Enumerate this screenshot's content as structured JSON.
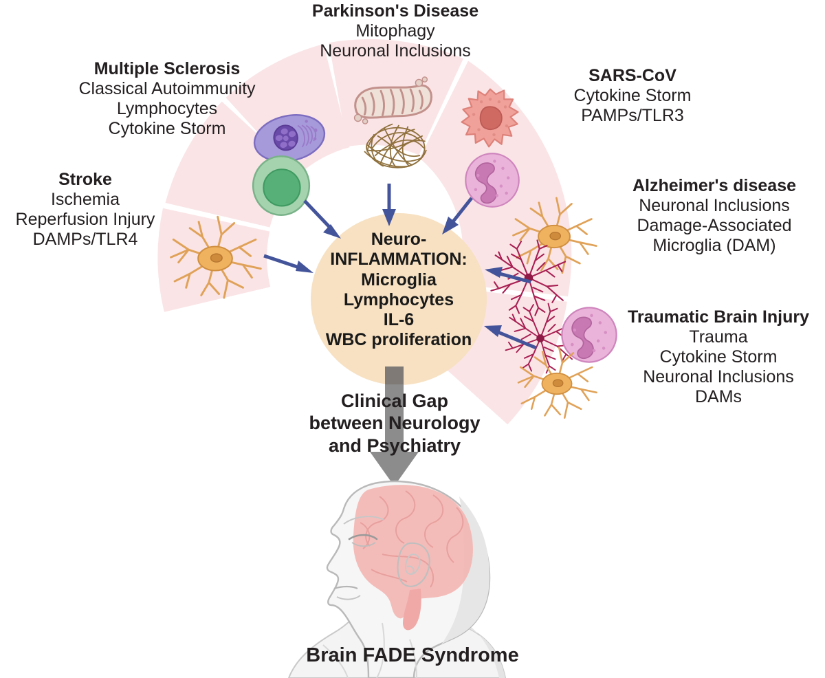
{
  "diagram": {
    "center": {
      "lines": [
        "Neuro-",
        "INFLAMMATION:",
        "Microglia",
        "Lymphocytes",
        "IL-6",
        "WBC proliferation"
      ],
      "fill_color": "#f7e1c2"
    },
    "clinical_gap": {
      "lines": [
        "Clinical Gap",
        "between Neurology",
        "and Psychiatry"
      ],
      "arrow_color": "#8c8c8c"
    },
    "bottom_label": "Brain FADE Syndrome",
    "colors": {
      "wedge_fill": "#fae4e6",
      "arrow_blue": "#44549a",
      "brain_pink": "#f3b6b3",
      "head_gray": "#f2f2f2",
      "astrocyte_orange": "#f0b262",
      "microglia_crimson": "#a81f52",
      "neutrophil_pink": "#e3a8cf",
      "macrophage_salmon": "#f09a94",
      "lymphocyte_green": "#89c79a",
      "plasma_purple": "#a395d6",
      "mitochondria_mauve": "#c9a19a",
      "lewy_brown": "#8a6a33"
    },
    "wedges": [
      {
        "id": "stroke",
        "title": "Stroke",
        "sub": [
          "Ischemia",
          "Reperfusion Injury",
          "DAMPs/TLR4"
        ],
        "icons": [
          "astrocyte-icon"
        ]
      },
      {
        "id": "multiple-sclerosis",
        "title": "Multiple Sclerosis",
        "sub": [
          "Classical Autoimmunity",
          "Lymphocytes",
          "Cytokine Storm"
        ],
        "icons": [
          "plasma-cell-icon",
          "lymphocyte-icon"
        ]
      },
      {
        "id": "parkinsons-disease",
        "title": "Parkinson's Disease",
        "sub": [
          "Mitophagy",
          "Neuronal Inclusions"
        ],
        "icons": [
          "mitochondrion-icon",
          "lewy-body-icon"
        ]
      },
      {
        "id": "sars-cov",
        "title": "SARS-CoV",
        "sub": [
          "Cytokine Storm",
          "PAMPs/TLR3"
        ],
        "icons": [
          "macrophage-icon",
          "neutrophil-icon"
        ]
      },
      {
        "id": "alzheimers-disease",
        "title": "Alzheimer's disease",
        "sub": [
          "Neuronal Inclusions",
          "Damage-Associated",
          "Microglia (DAM)"
        ],
        "icons": [
          "astrocyte-icon",
          "microglia-icon"
        ]
      },
      {
        "id": "traumatic-brain-injury",
        "title": "Traumatic Brain Injury",
        "sub": [
          "Trauma",
          "Cytokine Storm",
          "Neuronal Inclusions",
          "DAMs"
        ],
        "icons": [
          "microglia-icon",
          "neutrophil-icon",
          "astrocyte-icon"
        ]
      }
    ]
  }
}
